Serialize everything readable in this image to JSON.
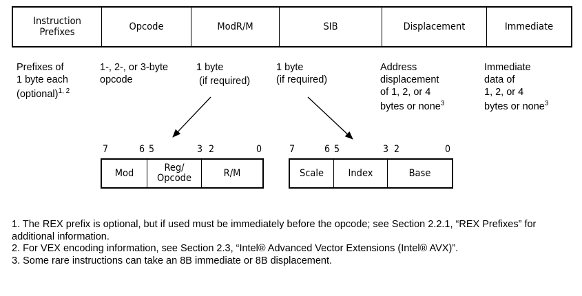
{
  "format_fields": [
    {
      "label": "Instruction\nPrefixes"
    },
    {
      "label": "Opcode"
    },
    {
      "label": "ModR/M"
    },
    {
      "label": "SIB"
    },
    {
      "label": "Displacement"
    },
    {
      "label": "Immediate"
    }
  ],
  "descriptions": {
    "prefixes": {
      "line1": "Prefixes of",
      "line2": "1 byte each",
      "line3": "(optional)",
      "sup": "1, 2"
    },
    "opcode": {
      "line1": "1-, 2-, or 3-byte",
      "line2": "opcode"
    },
    "modrm": {
      "line1": "1 byte",
      "line2": "(if required)"
    },
    "sib": {
      "line1": "1 byte",
      "line2": "(if required)"
    },
    "displacement": {
      "line1": "Address",
      "line2": "displacement",
      "line3": "of 1, 2, or 4",
      "line4": "bytes or none",
      "sup": "3"
    },
    "immediate": {
      "line1": "Immediate",
      "line2": "data of",
      "line3": "1, 2, or 4",
      "line4": "bytes or none",
      "sup": "3"
    }
  },
  "modrm_bits": {
    "b7": "7",
    "b6": "6",
    "b5": "5",
    "b3": "3",
    "b2": "2",
    "b0": "0"
  },
  "sib_bits": {
    "b7": "7",
    "b6": "6",
    "b5": "5",
    "b3": "3",
    "b2": "2",
    "b0": "0"
  },
  "modrm_fields": {
    "mod": "Mod",
    "reg_line1": "Reg/",
    "reg_line2": "Opcode",
    "rm": "R/M"
  },
  "sib_fields": {
    "scale": "Scale",
    "index": "Index",
    "base": "Base"
  },
  "notes": {
    "n1": "1. The REX prefix is optional, but if used must be immediately before the opcode; see Section 2.2.1, “REX Prefixes” for additional information.",
    "n2": "2. For VEX encoding information, see Section 2.3, “Intel® Advanced Vector Extensions (Intel® AVX)”.",
    "n3": "3. Some rare instructions can take an 8B immediate or 8B displacement."
  }
}
